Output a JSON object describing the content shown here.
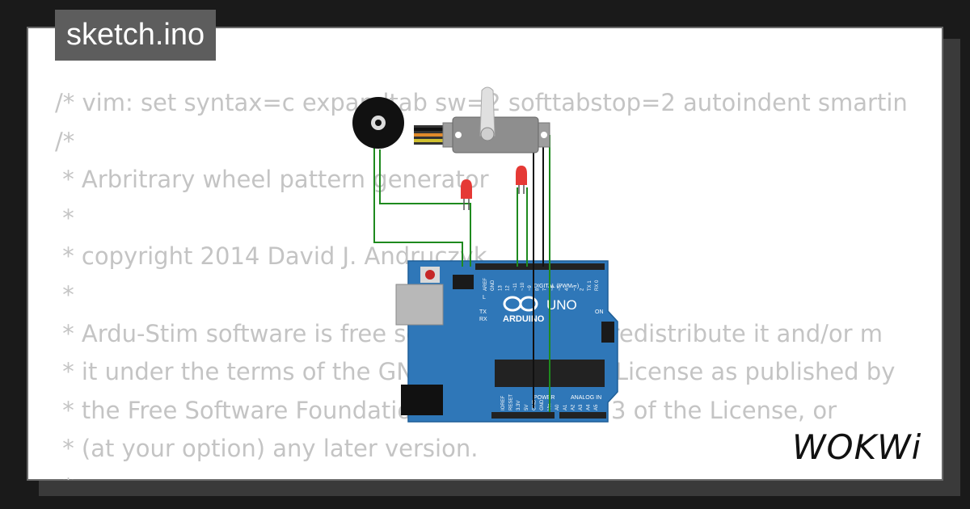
{
  "sketch_title": "sketch.ino",
  "code_lines": [
    "/* vim: set syntax=c expandtab sw=2 softtabstop=2 autoindent smartin",
    "/*",
    " * Arbritrary wheel pattern generator",
    " *",
    " * copyright 2014 David J. Andruczyk",
    " *",
    " * Ardu-Stim software is free software: you can redistribute it and/or m",
    " * it under the terms of the GNU General Public License as published by",
    " * the Free Software Foundation, either version 3 of the License, or",
    " * (at your option) any later version.",
    " *"
  ],
  "board": {
    "brand": "ARDUINO",
    "model": "UNO",
    "header_digital": "DIGITAL (PWM ~)",
    "header_power": "POWER",
    "header_analog": "ANALOG IN",
    "on_label": "ON",
    "l_label": "L",
    "tx_label": "TX",
    "rx_label": "RX",
    "pins_top": [
      "AREF",
      "GND",
      "13",
      "12",
      "~11",
      "~10",
      "~9",
      "8",
      "7",
      "~6",
      "~5",
      "4",
      "~3",
      "2",
      "TX 1",
      "RX 0"
    ],
    "pins_bottom": [
      "IOREF",
      "RESET",
      "3.3V",
      "5V",
      "GND",
      "GND",
      "Vin",
      "A0",
      "A1",
      "A2",
      "A3",
      "A4",
      "A5"
    ]
  },
  "colors": {
    "board_blue": "#2f77b8",
    "wire_green": "#1e8a1e",
    "wire_black": "#111111",
    "led_red": "#e53935",
    "servo_gray": "#9e9e9e",
    "code_text": "#c4c4c4",
    "title_bg": "#5d5d5d"
  },
  "logo_text": "WOKWi"
}
